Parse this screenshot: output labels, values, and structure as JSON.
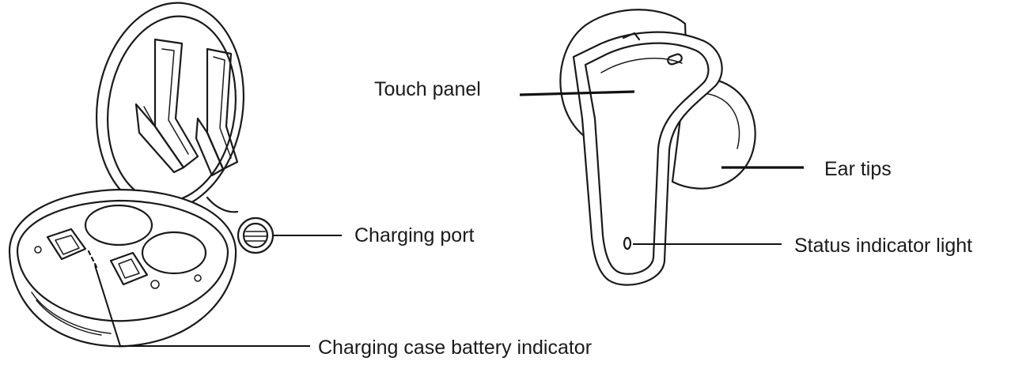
{
  "labels": {
    "touch_panel": "Touch panel",
    "ear_tips": "Ear tips",
    "charging_port": "Charging port",
    "status_indicator_light": "Status indicator light",
    "charging_case_battery_indicator": "Charging case battery indicator"
  },
  "colors": {
    "ink": "#1a1a1a",
    "background": "#ffffff"
  }
}
